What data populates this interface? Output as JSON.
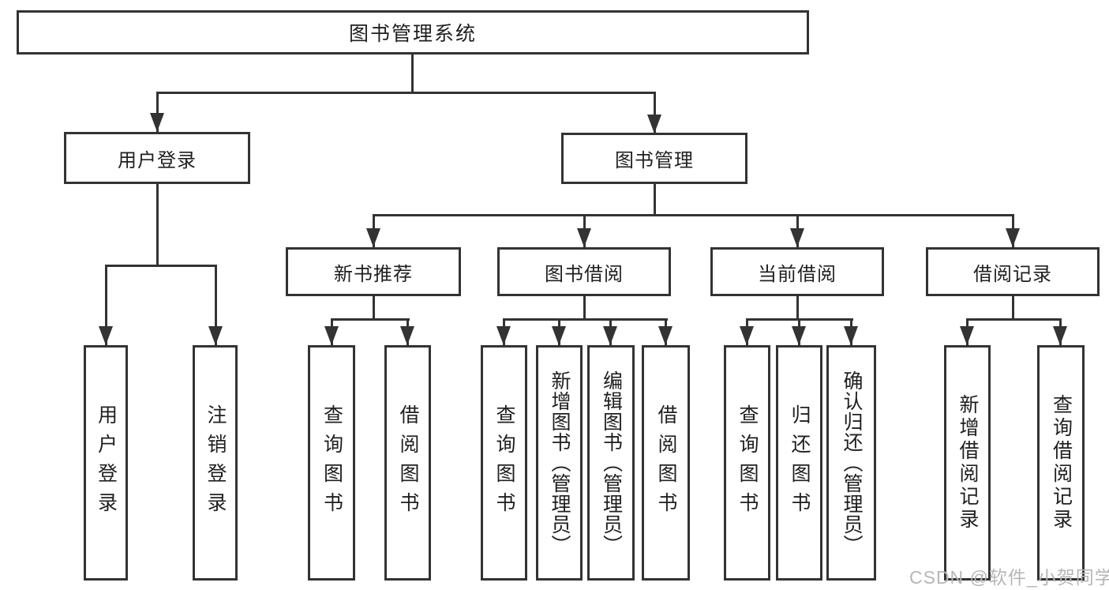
{
  "title": "图书管理系统",
  "branches": {
    "user": {
      "label": "用户登录",
      "children": [
        "用户登录",
        "注销登录"
      ]
    },
    "book": {
      "label": "图书管理",
      "sections": [
        {
          "label": "新书推荐",
          "children": [
            "查询图书",
            "借阅图书"
          ]
        },
        {
          "label": "图书借阅",
          "children": [
            "查询图书",
            "新增图书（管理员）",
            "编辑图书（管理员）",
            "借阅图书"
          ]
        },
        {
          "label": "当前借阅",
          "children": [
            "查询图书",
            "归还图书",
            "确认归还（管理员）"
          ]
        },
        {
          "label": "借阅记录",
          "children": [
            "新增借阅记录",
            "查询借阅记录"
          ]
        }
      ]
    }
  },
  "watermark": "CSDN @软件_小贺同学",
  "colors": {
    "line": "#333333",
    "text": "#1f1f1f",
    "wm": "#b6b6b6",
    "bg": "#ffffff"
  }
}
